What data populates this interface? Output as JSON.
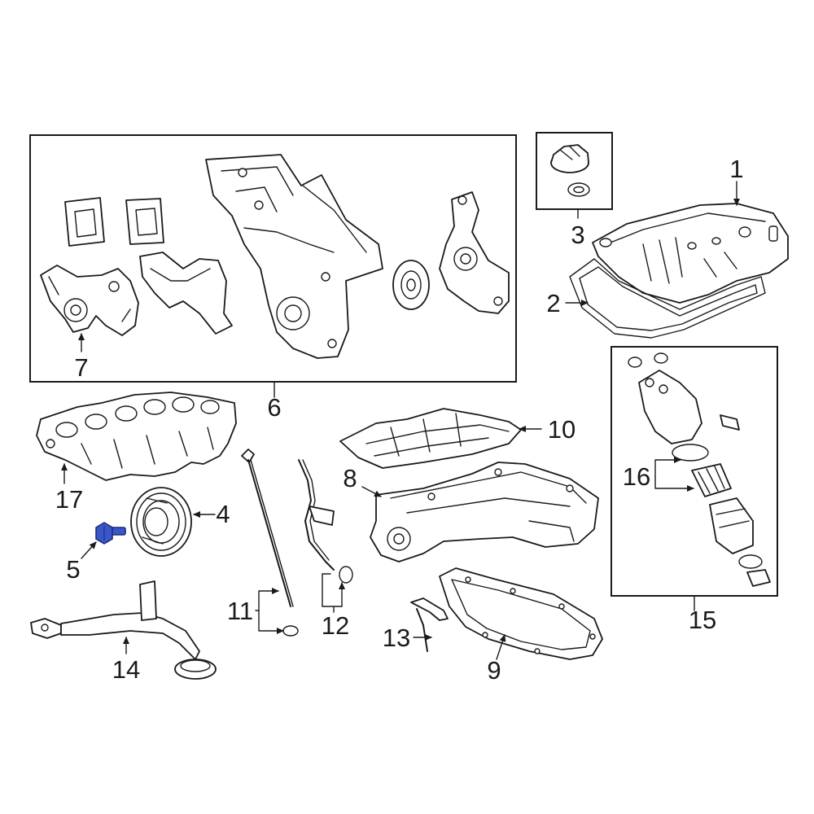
{
  "callouts": {
    "c1": "1",
    "c2": "2",
    "c3": "3",
    "c4": "4",
    "c5": "5",
    "c6": "6",
    "c7": "7",
    "c8": "8",
    "c9": "9",
    "c10": "10",
    "c11": "11",
    "c12": "12",
    "c13": "13",
    "c14": "14",
    "c15": "15",
    "c16": "16",
    "c17": "17"
  },
  "highlighted_part": "5",
  "colors": {
    "line": "#1a1a1a",
    "highlight_fill": "#3a57c8",
    "background": "#ffffff"
  },
  "icons": {
    "arrow": "arrow-head-icon"
  }
}
